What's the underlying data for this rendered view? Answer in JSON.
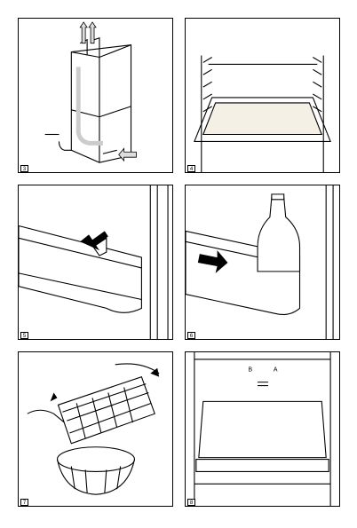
{
  "figures": [
    {
      "number": "3",
      "icon": "fridge-ventilation-airflow"
    },
    {
      "number": "4",
      "icon": "glass-shelf-supports"
    },
    {
      "number": "5",
      "icon": "door-shelf-removal"
    },
    {
      "number": "6",
      "icon": "bottle-holder-door"
    },
    {
      "number": "7",
      "icon": "ice-tray-bowl"
    },
    {
      "number": "8",
      "icon": "freezer-drawer-labels"
    }
  ],
  "labels": {
    "left": "B",
    "right": "A"
  }
}
